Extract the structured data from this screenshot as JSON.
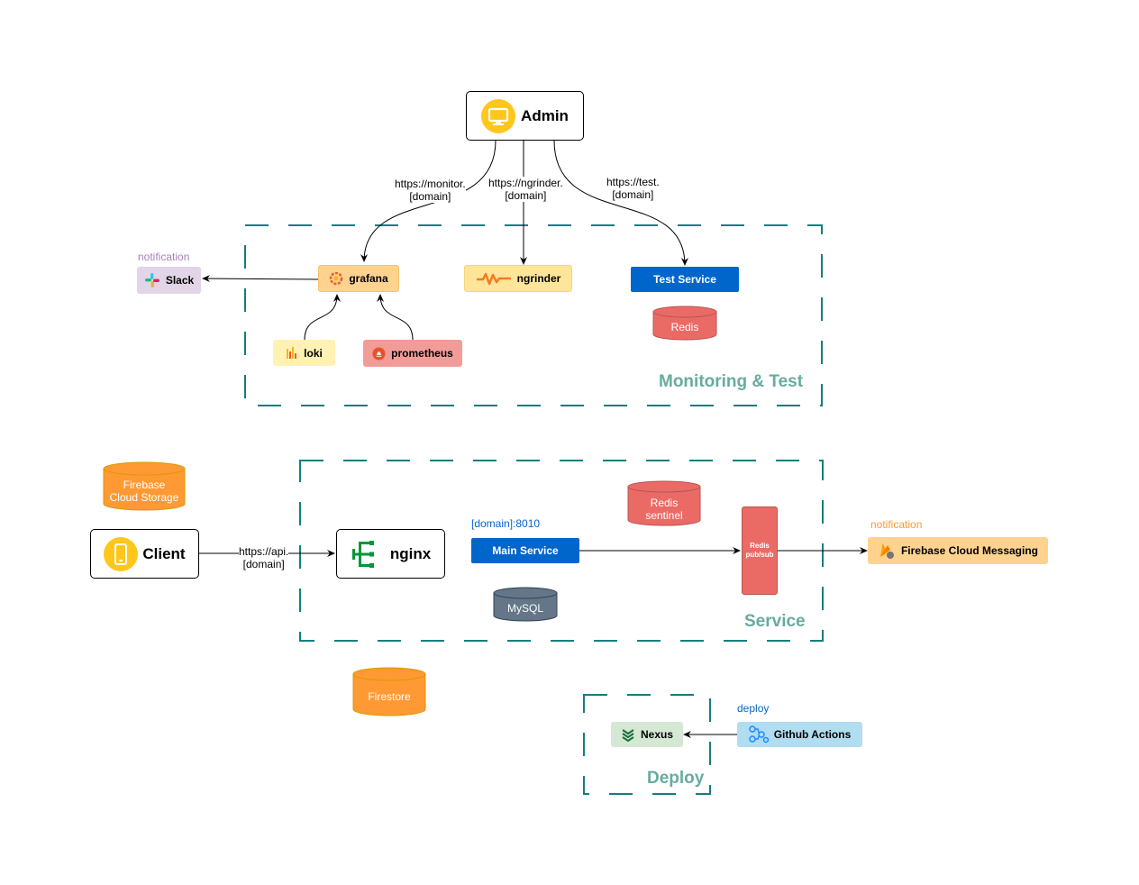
{
  "admin": {
    "label": "Admin"
  },
  "client": {
    "label": "Client"
  },
  "nginx": {
    "label": "nginx"
  },
  "edges": {
    "monitor": [
      "https://monitor.",
      "[domain]"
    ],
    "ngrinder": [
      "https://ngrinder.",
      "[domain]"
    ],
    "test": [
      "https://test.",
      "[domain]"
    ],
    "api": [
      "https://api.",
      "[domain]"
    ]
  },
  "groups": {
    "monitoring": "Monitoring & Test",
    "service": "Service",
    "deploy": "Deploy"
  },
  "monitoring": {
    "grafana": "grafana",
    "ngrinder": "ngrinder",
    "test_service": "Test Service",
    "redis": "Redis",
    "loki": "loki",
    "prometheus": "prometheus",
    "slack": "Slack",
    "slack_note": "notification"
  },
  "service": {
    "main_service": "Main Service",
    "port_label": "[domain]:8010",
    "redis_sentinel": [
      "Redis",
      "sentinel"
    ],
    "mysql": "MySQL",
    "redis_pubsub": [
      "Redis",
      "pub/sub"
    ],
    "fcm": "Firebase Cloud Messaging",
    "fcm_note": "notification"
  },
  "storage": {
    "firebase_storage": [
      "Firebase",
      "Cloud Storage"
    ],
    "firestore": "Firestore"
  },
  "deploy": {
    "nexus": "Nexus",
    "github_actions": "Github Actions",
    "deploy_note": "deploy"
  },
  "colors": {
    "dash": "#147E7E",
    "group_title": "#67AB9F",
    "blue": "#0066CC",
    "red": "#EA6B66",
    "orange": "#FF9933",
    "yellow": "#FFE599",
    "peach": "#FFD28F",
    "slate": "#647687"
  }
}
